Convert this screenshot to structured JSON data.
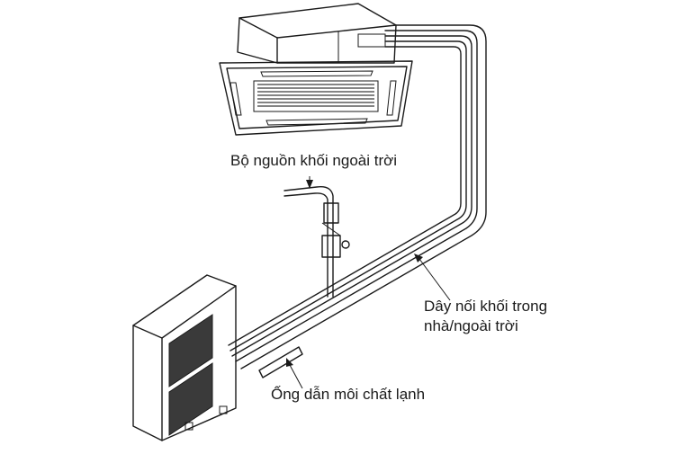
{
  "labels": {
    "power_source": "Bộ nguồn khối ngoài trời",
    "connection_cable_line1": "Dây nối khối trong",
    "connection_cable_line2": "nhà/ngoài trời",
    "refrigerant_pipe": "Ống dẫn môi chất lạnh"
  },
  "colors": {
    "line": "#1a1a1a",
    "background": "#ffffff",
    "grille": "#3a3a3a"
  }
}
